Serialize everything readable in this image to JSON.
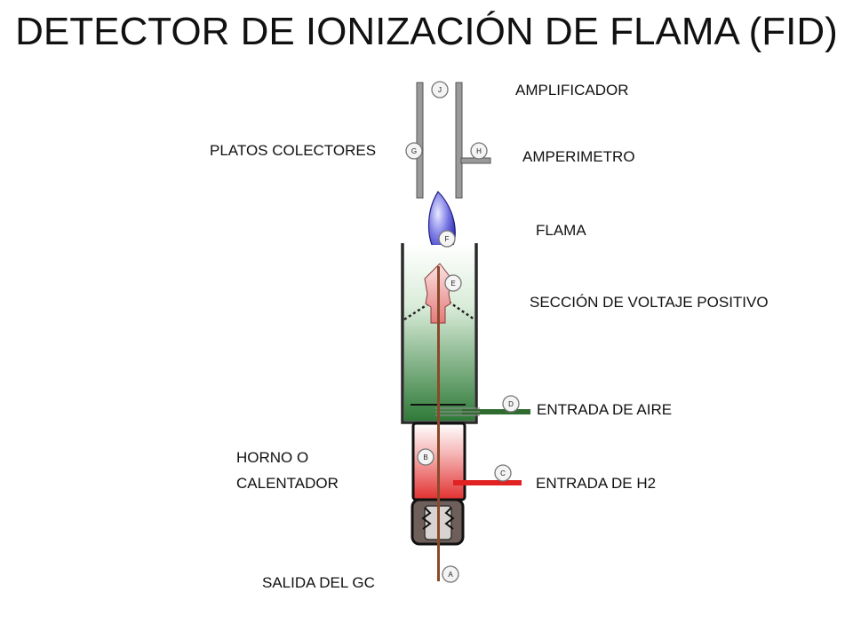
{
  "title": "DETECTOR DE IONIZACIÓN DE FLAMA (FID)",
  "labels": {
    "amplificador": "AMPLIFICADOR",
    "platos_colectores": "PLATOS COLECTORES",
    "amperimetro": "AMPERIMETRO",
    "flama": "FLAMA",
    "seccion_voltaje": "SECCIÓN DE VOLTAJE POSITIVO",
    "entrada_aire": "ENTRADA DE AIRE",
    "horno_line1": "HORNO O",
    "horno_line2": "CALENTADOR",
    "entrada_h2": "ENTRADA DE H2",
    "salida_gc": "SALIDA DEL GC"
  },
  "markers": {
    "a": "A",
    "b": "B",
    "c": "C",
    "d": "D",
    "e": "E",
    "f": "F",
    "g": "G",
    "h": "H",
    "j": "J"
  },
  "colors": {
    "flame": "#3a3acc",
    "air_line": "#2f6b2f",
    "h2_line": "#e02222",
    "column": "#8a4a2a"
  }
}
